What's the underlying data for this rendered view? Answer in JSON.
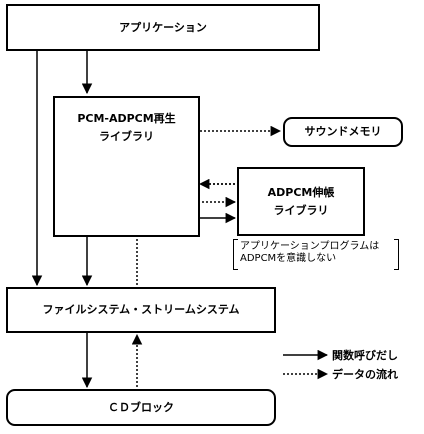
{
  "boxes": {
    "application": "アプリケーション",
    "pcm_library_line1": "PCM-ADPCM再生",
    "pcm_library_line2": "ライブラリ",
    "sound_memory": "サウンドメモリ",
    "adpcm_library_line1": "ADPCM伸帳",
    "adpcm_library_line2": "ライブラリ",
    "filesystem": "ファイルシステム・ストリームシステム",
    "cd_block": "ＣＤブロック"
  },
  "note": {
    "line1": "アプリケーションプログラムは",
    "line2": "ADPCMを意識しない"
  },
  "legend": {
    "function_call": "関数呼びだし",
    "data_flow": "データの流れ"
  }
}
